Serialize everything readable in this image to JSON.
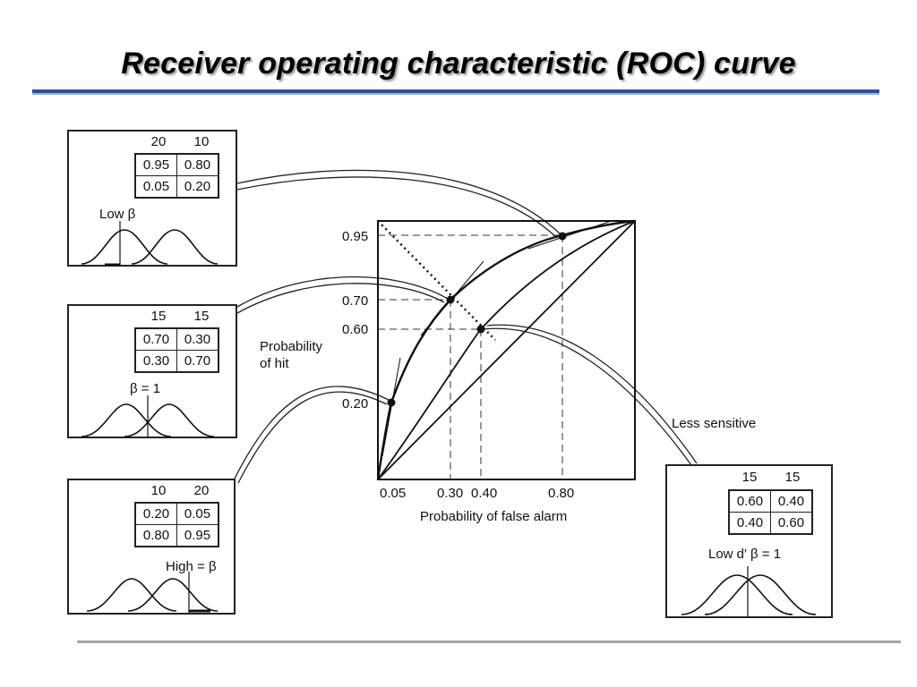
{
  "slide": {
    "title": "Receiver operating characteristic (ROC) curve"
  },
  "chart": {
    "y_axis_label_line1": "Probability",
    "y_axis_label_line2": "of hit",
    "x_axis_label": "Probability of false alarm",
    "less_sensitive_label": "Less sensitive",
    "y_ticks": [
      "0.95",
      "0.70",
      "0.60",
      "0.20"
    ],
    "x_ticks": [
      "0.05",
      "0.30",
      "0.40",
      "0.80"
    ]
  },
  "chart_data": {
    "type": "line",
    "title": "",
    "xlabel": "Probability of false alarm",
    "ylabel": "Probability of hit",
    "xlim": [
      0,
      1
    ],
    "ylim": [
      0,
      1
    ],
    "series": [
      {
        "x": [
          0,
          0.05,
          0.3,
          0.8,
          1
        ],
        "y": [
          0,
          0.2,
          0.7,
          0.95,
          1
        ]
      },
      {
        "x": [
          0,
          0.4,
          1
        ],
        "y": [
          0,
          0.6,
          1
        ]
      },
      {
        "x": [
          0,
          1
        ],
        "y": [
          0,
          1
        ]
      }
    ],
    "points": [
      {
        "x": 0.05,
        "y": 0.2
      },
      {
        "x": 0.3,
        "y": 0.7
      },
      {
        "x": 0.8,
        "y": 0.95
      },
      {
        "x": 0.4,
        "y": 0.6
      }
    ]
  },
  "panels": {
    "low_beta": {
      "col_headers": [
        "20",
        "10"
      ],
      "cells": [
        [
          "0.95",
          "0.80"
        ],
        [
          "0.05",
          "0.20"
        ]
      ],
      "criterion_label": "Low β"
    },
    "beta_one": {
      "col_headers": [
        "15",
        "15"
      ],
      "cells": [
        [
          "0.70",
          "0.30"
        ],
        [
          "0.30",
          "0.70"
        ]
      ],
      "criterion_label": "β = 1"
    },
    "high_beta": {
      "col_headers": [
        "10",
        "20"
      ],
      "cells": [
        [
          "0.20",
          "0.05"
        ],
        [
          "0.80",
          "0.95"
        ]
      ],
      "criterion_label": "High = β"
    },
    "low_dprime": {
      "col_headers": [
        "15",
        "15"
      ],
      "cells": [
        [
          "0.60",
          "0.40"
        ],
        [
          "0.40",
          "0.60"
        ]
      ],
      "criterion_label": "Low d′ β = 1"
    }
  }
}
